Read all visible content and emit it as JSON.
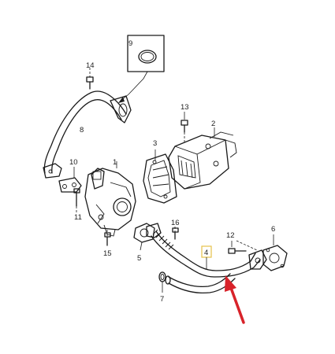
{
  "callouts": [
    {
      "id": "1",
      "label": "1"
    },
    {
      "id": "2",
      "label": "2"
    },
    {
      "id": "3",
      "label": "3"
    },
    {
      "id": "4",
      "label": "4"
    },
    {
      "id": "5",
      "label": "5"
    },
    {
      "id": "6",
      "label": "6"
    },
    {
      "id": "7",
      "label": "7"
    },
    {
      "id": "8",
      "label": "8"
    },
    {
      "id": "9",
      "label": "9"
    },
    {
      "id": "10",
      "label": "10"
    },
    {
      "id": "11",
      "label": "11"
    },
    {
      "id": "12",
      "label": "12"
    },
    {
      "id": "13",
      "label": "13"
    },
    {
      "id": "14",
      "label": "14"
    },
    {
      "id": "15",
      "label": "15"
    },
    {
      "id": "16",
      "label": "16"
    }
  ],
  "colors": {
    "line": "#1a1a1a",
    "highlight_arrow": "#d8232a",
    "highlight_box": "#e7c24a",
    "background": "#ffffff"
  },
  "highlighted_part": "4"
}
